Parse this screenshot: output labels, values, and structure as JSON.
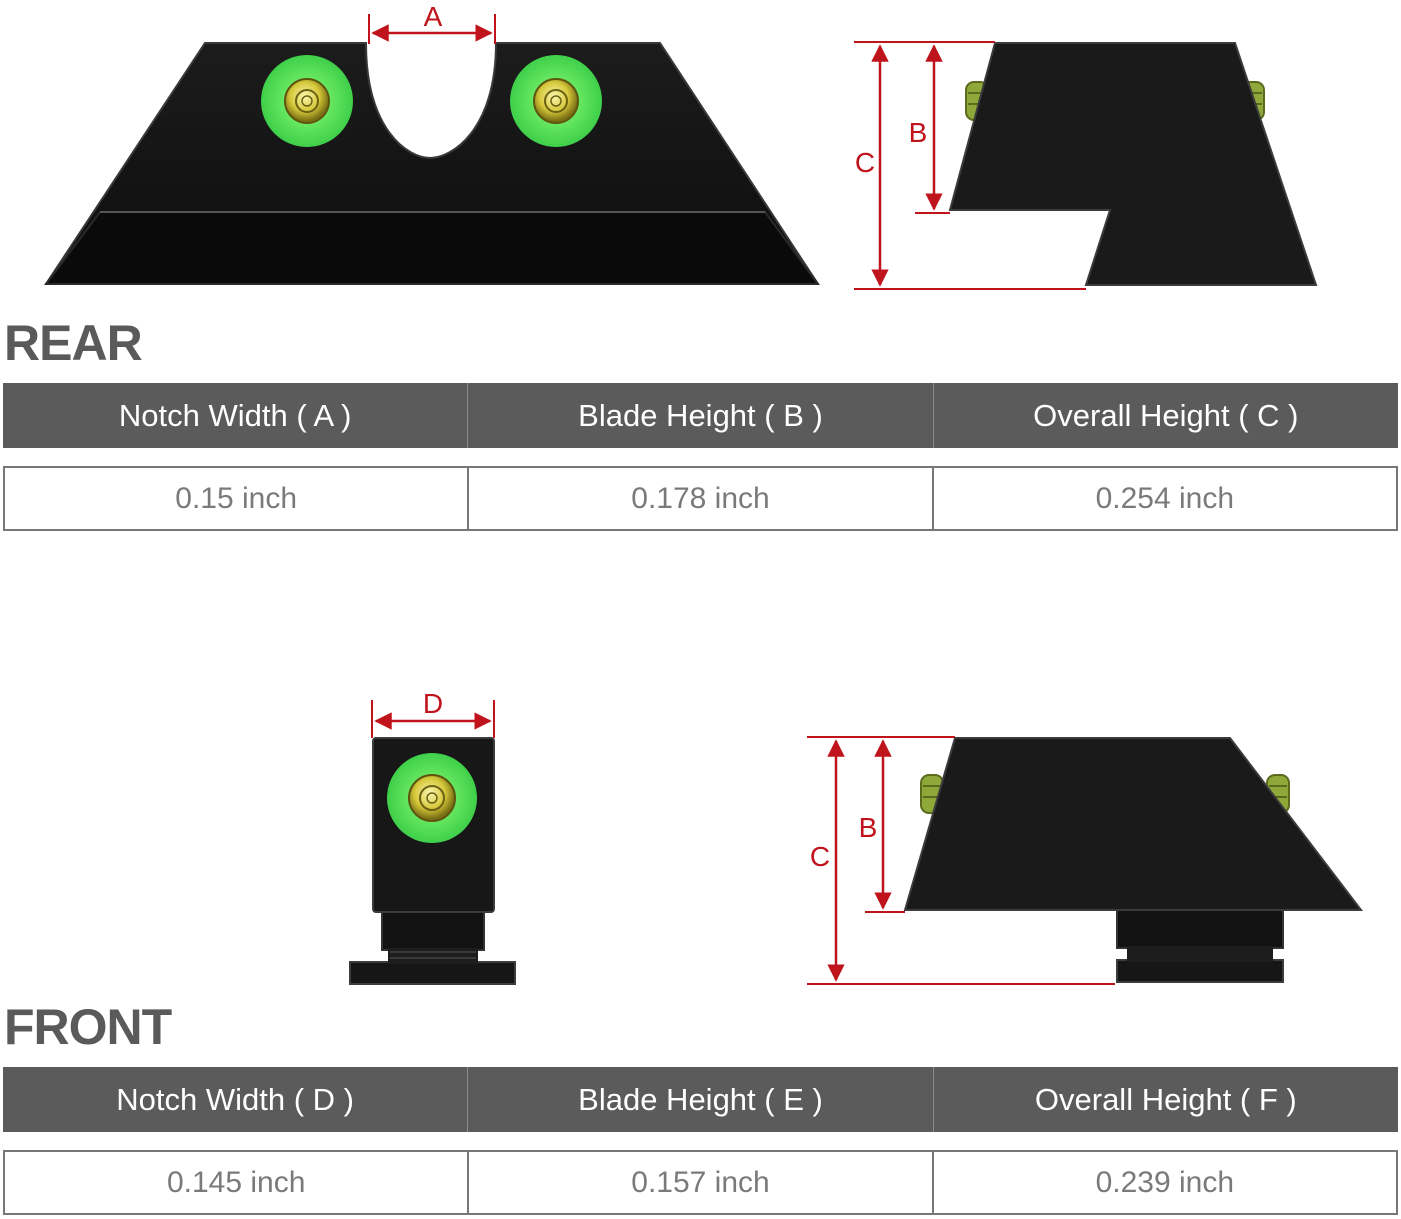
{
  "rear": {
    "title": "REAR",
    "dimension_letters": {
      "width": "A",
      "blade": "B",
      "overall": "C"
    },
    "headers": [
      "Notch Width ( A )",
      "Blade Height ( B )",
      "Overall Height ( C )"
    ],
    "values": [
      "0.15 inch",
      "0.178 inch",
      "0.254 inch"
    ]
  },
  "front": {
    "title": "FRONT",
    "dimension_letters": {
      "width": "D",
      "blade": "B",
      "overall": "C"
    },
    "headers": [
      "Notch Width ( D )",
      "Blade Height ( E )",
      "Overall Height ( F )"
    ],
    "values": [
      "0.145 inch",
      "0.157 inch",
      "0.239 inch"
    ]
  },
  "colors": {
    "dimension_line": "#c0141c",
    "sight_body": "#151515",
    "tritium_ring": "#5fe15f",
    "header_bg": "#5b5b5b",
    "header_text": "#ffffff",
    "value_text": "#7a7a7a",
    "title_text": "#5a5a5a"
  }
}
